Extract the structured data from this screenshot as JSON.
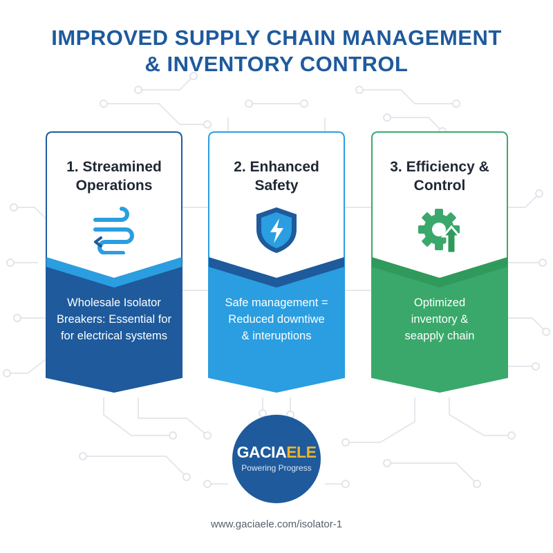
{
  "title": {
    "line1": "IMPROVED SUPPLY CHAIN MANAGEMENT",
    "line2": "& INVENTORY CONTROL"
  },
  "cards": [
    {
      "title_line1": "1. Streamined",
      "title_line2": "Operations",
      "icon": "streamline-flow-icon",
      "body_line1": "Wholesale Isolator",
      "body_line2": "Breakers: Essential for",
      "body_line3": "for electrical systems",
      "color_main": "#1e5a9c",
      "color_accent": "#2a9ee0"
    },
    {
      "title_line1": "2. Enhanced",
      "title_line2": "Safety",
      "icon": "shield-lightning-icon",
      "body_line1": "Safe management =",
      "body_line2": "Reduced downtiwe",
      "body_line3": "& interuptions",
      "color_main": "#2a9ee0",
      "color_accent": "#1e5a9c"
    },
    {
      "title_line1": "3. Efficiency &",
      "title_line2": "Control",
      "icon": "gear-arrow-up-icon",
      "body_line1": "Optimized",
      "body_line2": "inventory &",
      "body_line3": "seapply chain",
      "color_main": "#3aa86a",
      "color_accent": "#2f9a5c"
    }
  ],
  "logo": {
    "word_part1": "GACIA",
    "word_part2": "ELE",
    "tagline": "Powering Progress",
    "color_bg": "#1e5a9c",
    "color_accent": "#f0b429"
  },
  "footer": {
    "url": "www.gaciaele.com/isolator-1"
  }
}
